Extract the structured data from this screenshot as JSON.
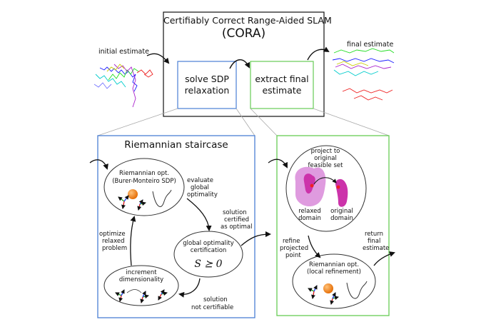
{
  "header": {
    "title": "Certifiably Correct Range-Aided SLAM",
    "acronym": "(CORA)"
  },
  "pipeline": {
    "initial_label": "initial estimate",
    "final_label": "final estimate",
    "solve_line1": "solve SDP",
    "solve_line2": "relaxation",
    "extract_line1": "extract final",
    "extract_line2": "estimate"
  },
  "staircase": {
    "title": "Riemannian staircase",
    "opt_line1": "Riemannian opt.",
    "opt_line2": "(Burer-Monteiro SDP)",
    "cert_line1": "global optimality",
    "cert_line2": "certification",
    "cert_formula": "S ⪰ 0",
    "incr_line1": "increment",
    "incr_line2": "dimensionality",
    "evaluate_line1": "evaluate",
    "evaluate_line2": "global",
    "evaluate_line3": "optimality",
    "optimize_line1": "optimize",
    "optimize_line2": "relaxed",
    "optimize_line3": "problem",
    "certified_line1": "solution",
    "certified_line2": "certified",
    "certified_line3": "as optimal",
    "notcert_line1": "solution",
    "notcert_line2": "not certifiable"
  },
  "refinement": {
    "project_line1": "project to",
    "project_line2": "original",
    "project_line3": "feasible set",
    "relaxed_line1": "relaxed",
    "relaxed_line2": "domain",
    "original_line1": "original",
    "original_line2": "domain",
    "refine_line1": "refine",
    "refine_line2": "projected",
    "refine_line3": "point",
    "local_line1": "Riemannian opt.",
    "local_line2": "(local refinement)",
    "return_line1": "return",
    "return_line2": "final",
    "return_line3": "estimate"
  },
  "colors": {
    "blue_box": "#4a7fd4",
    "green_box": "#66cc55",
    "relaxed_domain": "#d98ad9",
    "original_domain": "#cc33aa",
    "sphere": "#f07a10"
  }
}
